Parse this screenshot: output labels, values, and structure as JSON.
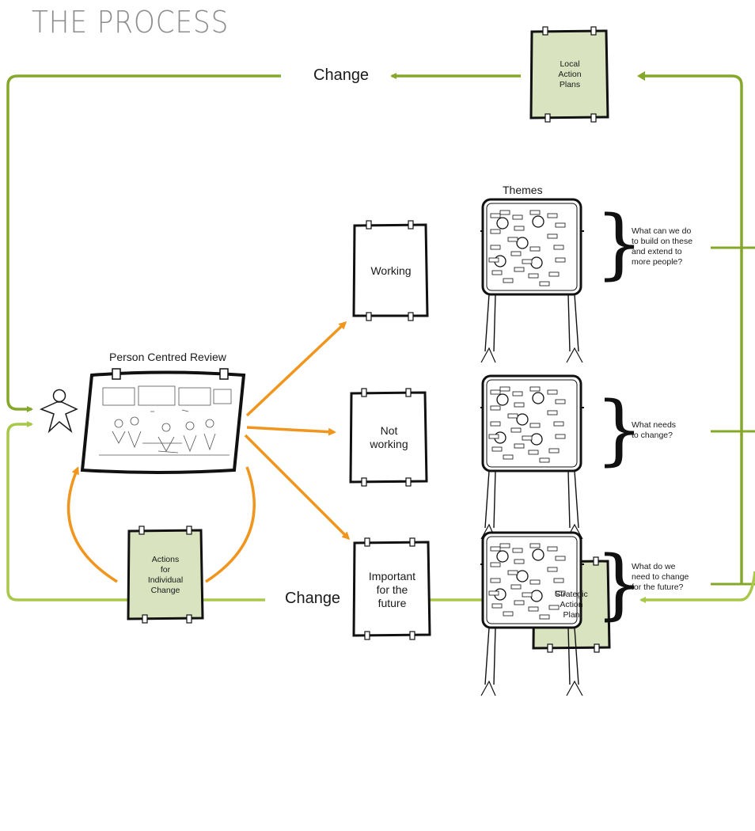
{
  "title": "THE PROCESS",
  "top_change": "Change",
  "bottom_change": "Change",
  "local_plan": "Local\nAction\nPlans",
  "strategic_plan": "Strategic\nAction\nPlan",
  "review_label": "Person Centred Review",
  "individual_actions": "Actions\nfor\nIndividual\nChange",
  "themes_label": "Themes",
  "cards": [
    {
      "label": "Working"
    },
    {
      "label": "Not\nworking"
    },
    {
      "label": "Important\nfor the\nfuture"
    }
  ],
  "questions": [
    "What can we do\nto build on these\nand extend to\nmore people?",
    "What needs\nto change?",
    "What do we\nneed to change\nfor the future?"
  ],
  "colors": {
    "green_dark": "#86a82a",
    "green_light": "#a8c84a",
    "orange": "#f0961e",
    "note_fill": "#d9e3bf"
  },
  "icons": [
    "person-icon",
    "review-drawing-icon",
    "flipchart-icon"
  ]
}
